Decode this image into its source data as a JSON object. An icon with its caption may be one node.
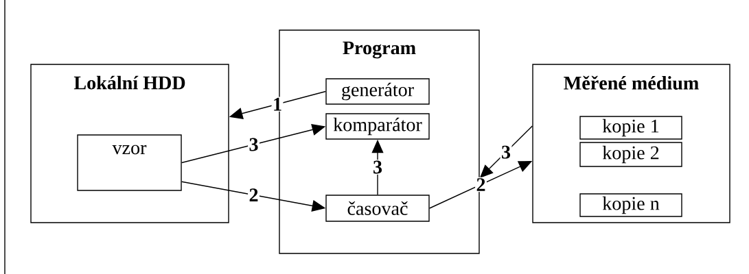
{
  "diagram": {
    "nodes": [
      {
        "text": [
          "Lokální HDD"
        ]
      },
      {
        "text": [
          "vzor"
        ],
        "in": 0
      },
      {
        "text": [
          "Program"
        ]
      },
      {
        "text": [
          "generátor"
        ],
        "in": 2
      },
      {
        "text": [
          "komparátor"
        ],
        "in": 2
      },
      {
        "text": [
          "časovač"
        ],
        "in": 2
      },
      {
        "text": [
          "Měřené médium"
        ]
      },
      {
        "text": [
          "kopie 1"
        ],
        "in": 6
      },
      {
        "text": [
          "kopie 2"
        ],
        "in": 6
      },
      {
        "text": [
          "kopie n"
        ],
        "in": 6
      }
    ],
    "edges": [
      {
        "from": 3,
        "to": 0,
        "arrow": "to",
        "label": "1"
      },
      {
        "from": 1,
        "to": 4,
        "arrow": "to",
        "label": "3"
      },
      {
        "from": 1,
        "to": 5,
        "arrow": "to",
        "label": "2"
      },
      {
        "from": 5,
        "to": 4,
        "arrow": "to",
        "label": "3"
      },
      {
        "from": 6,
        "to": 2,
        "arrow": "to",
        "label": "3"
      },
      {
        "from": 5,
        "to": 6,
        "arrow": "to",
        "label": "2"
      }
    ]
  }
}
